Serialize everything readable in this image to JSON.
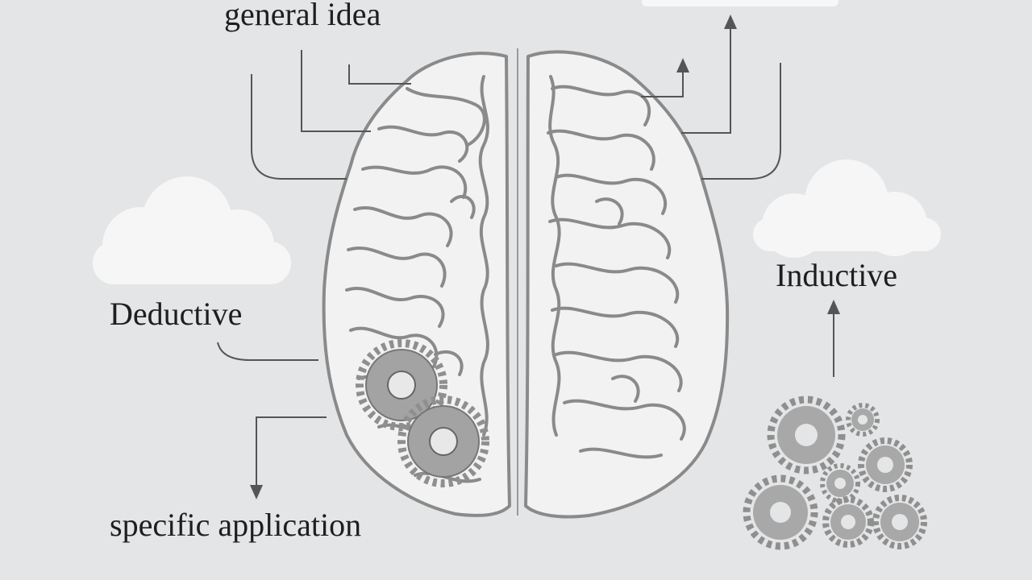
{
  "labels": {
    "general_idea": "general idea",
    "deductive": "Deductive",
    "inductive": "Inductive",
    "specific_application": "specific application"
  },
  "colors": {
    "background": "#e3e5e6",
    "brain_stroke": "#8a8a8a",
    "brain_fill": "#f2f2f2",
    "connector": "#555555",
    "gear": "#8f8f8f",
    "cloud": "#f6f6f6"
  },
  "icons": [
    "brain-icon",
    "gear-icon",
    "cloud-icon",
    "arrow-up-icon",
    "arrow-down-icon"
  ]
}
